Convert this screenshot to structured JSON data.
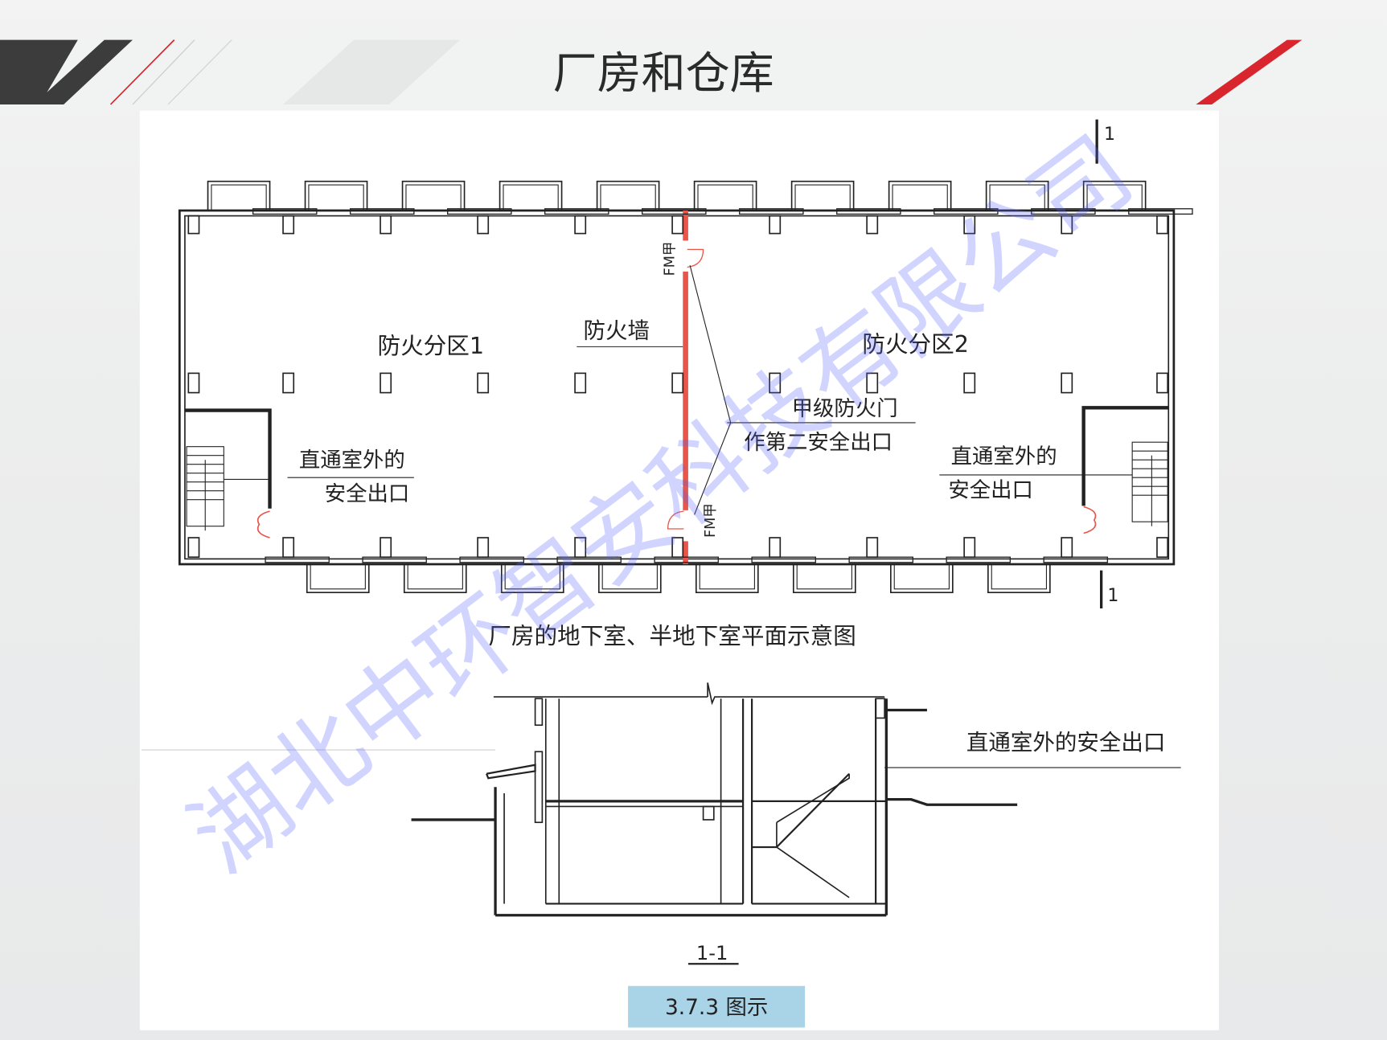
{
  "slide": {
    "title": "厂房和仓库",
    "figure_id": "3.7.3 图示"
  },
  "plan": {
    "caption": "厂房的地下室、半地下室平面示意图",
    "zone_1": "防火分区1",
    "zone_2": "防火分区2",
    "fire_wall": "防火墙",
    "fire_door_label_1": "甲级防火门",
    "fire_door_label_2": "作第二安全出口",
    "exit_left_1": "直通室外的",
    "exit_left_2": "安全出口",
    "exit_right_1": "直通室外的",
    "exit_right_2": "安全出口",
    "door_tag_top": "FM甲",
    "door_tag_bottom": "FM甲",
    "section_mark_top": "1",
    "section_mark_bottom": "1"
  },
  "section": {
    "exit_label": "直通室外的安全出口",
    "title": "1-1"
  },
  "watermark": "湖北中环智安科技有限公司",
  "colors": {
    "fire_wall": "#e8554a",
    "figure_tag_bg": "#a9d3e6",
    "accent_red": "#d9262e",
    "dark": "#3a3a3a"
  }
}
